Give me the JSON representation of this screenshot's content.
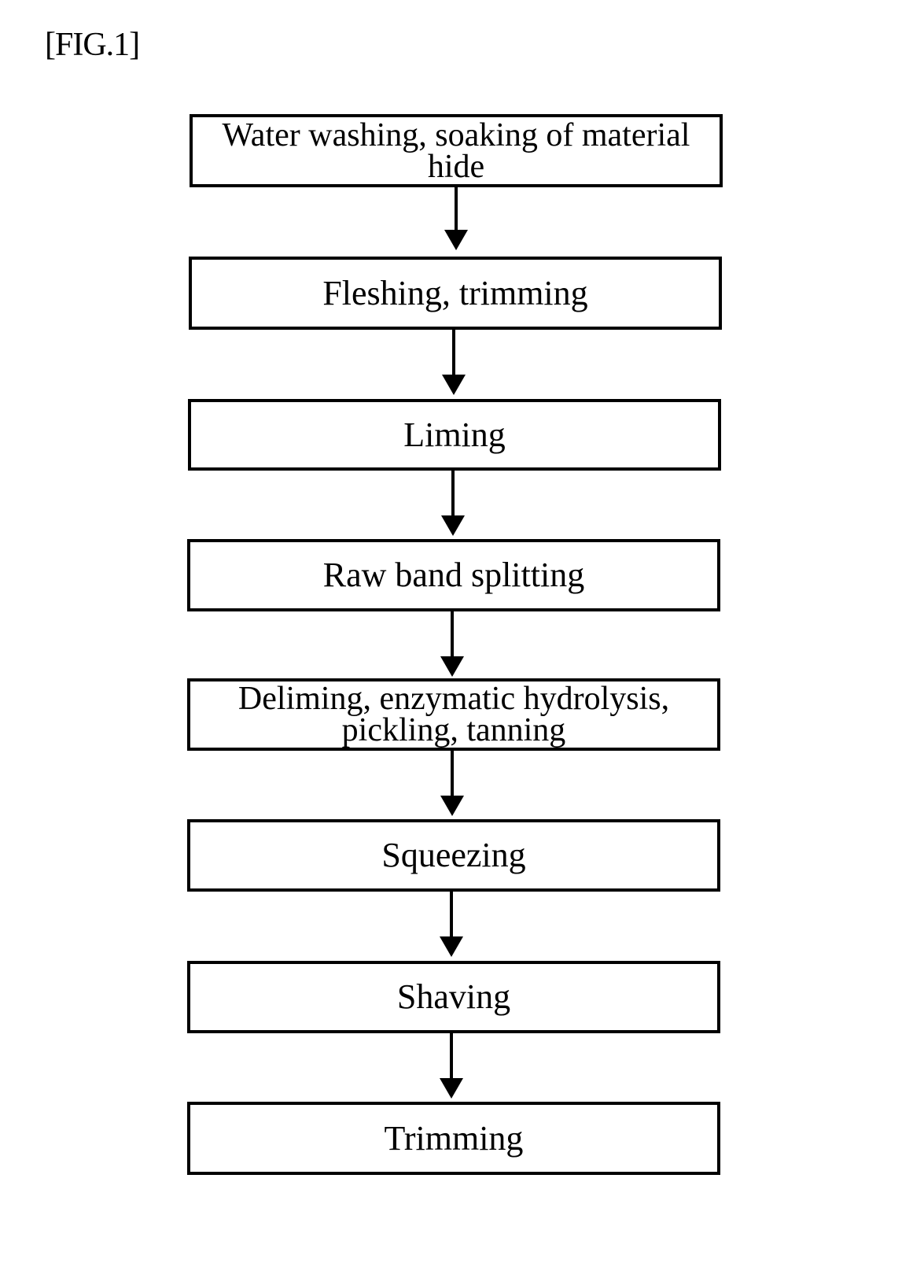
{
  "figure_label": "[FIG.1]",
  "steps": [
    {
      "label": "Water washing, soaking of material hide"
    },
    {
      "label": "Fleshing, trimming"
    },
    {
      "label": "Liming"
    },
    {
      "label": "Raw band splitting"
    },
    {
      "label": "Deliming, enzymatic hydrolysis, pickling, tanning"
    },
    {
      "label": "Squeezing"
    },
    {
      "label": "Shaving"
    },
    {
      "label": "Trimming"
    }
  ]
}
